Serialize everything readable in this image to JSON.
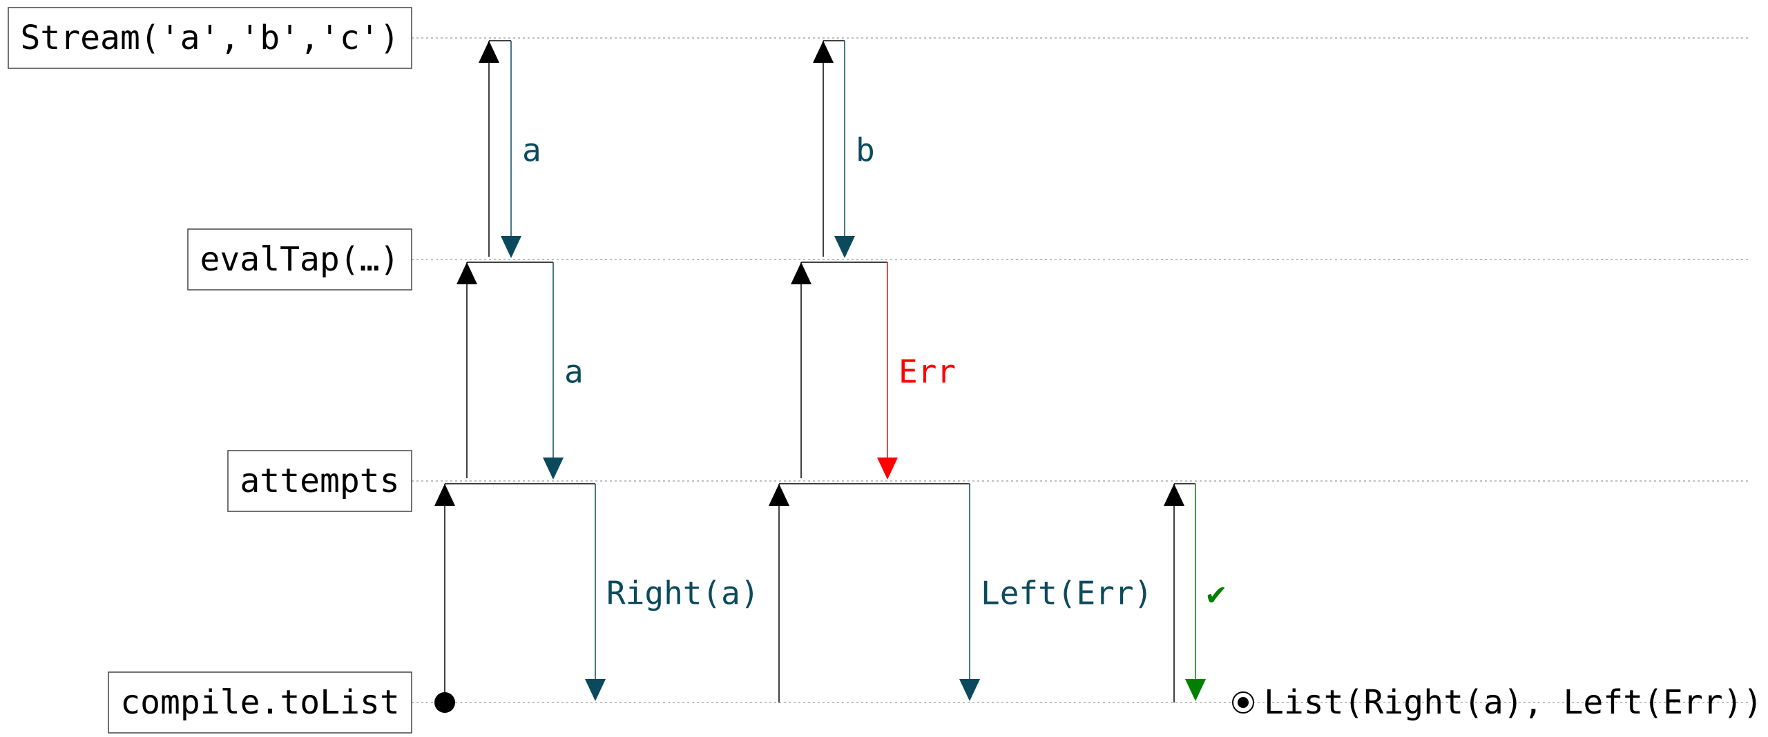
{
  "colors": {
    "background": "#ffffff",
    "guide": "#aaaaaa",
    "request": "#000000",
    "data": "#0b4a5c",
    "error": "#ff0000",
    "done": "#008000"
  },
  "stages": [
    {
      "id": "stream",
      "label": "Stream('a','b','c')"
    },
    {
      "id": "evaltap",
      "label": "evalTap(…)"
    },
    {
      "id": "attempts",
      "label": "attempts"
    },
    {
      "id": "compile",
      "label": "compile.toList"
    }
  ],
  "pulls": [
    {
      "id": "pull-1",
      "hops": [
        {
          "from": "compile",
          "to": "attempts",
          "response": "Right(a)",
          "kind": "data"
        },
        {
          "from": "attempts",
          "to": "evaltap",
          "response": "a",
          "kind": "data"
        },
        {
          "from": "evaltap",
          "to": "stream",
          "response": "a",
          "kind": "data"
        }
      ]
    },
    {
      "id": "pull-2",
      "hops": [
        {
          "from": "compile",
          "to": "attempts",
          "response": "Left(Err)",
          "kind": "data"
        },
        {
          "from": "attempts",
          "to": "evaltap",
          "response": "Err",
          "kind": "error"
        },
        {
          "from": "evaltap",
          "to": "stream",
          "response": "b",
          "kind": "data"
        }
      ]
    },
    {
      "id": "pull-3",
      "hops": [
        {
          "from": "compile",
          "to": "attempts",
          "response": "✔",
          "kind": "done"
        }
      ]
    }
  ],
  "result": {
    "label": "List(Right(a), Left(Err))",
    "marker": "circled-dot-icon"
  }
}
